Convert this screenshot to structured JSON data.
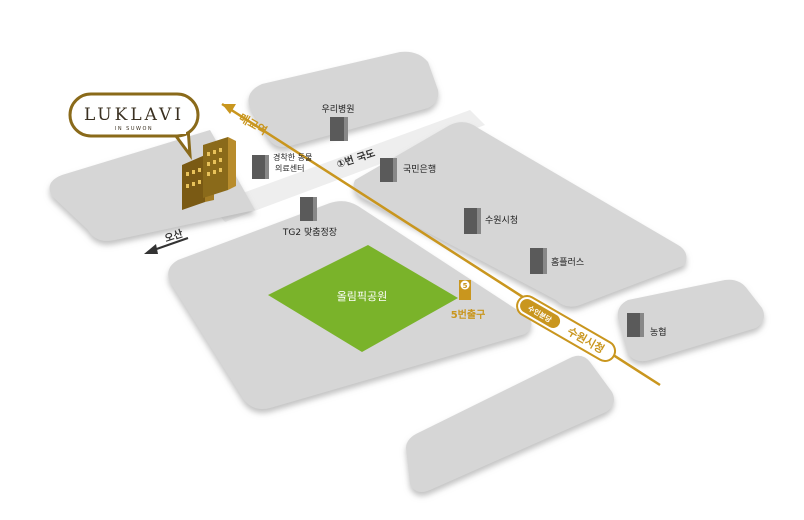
{
  "brand": {
    "name": "LUKLAVI",
    "sub": "IN SUWON"
  },
  "labels": {
    "woori_hospital": "우리병원",
    "medical_center": "경착한 동물\n의료센터",
    "kookmin_bank": "국민은행",
    "suwon_city_hall": "수원시청",
    "homeplus": "홈플러스",
    "nonghyup": "농협",
    "tg2_golf": "TG2 맞춤정장",
    "olympic_park": "올림픽공원",
    "exit5": "5번출구",
    "exit5_number": "5",
    "road_1": "①번 국도",
    "to_osan": "오산",
    "to_station": "매교역",
    "line_name": "수인분당",
    "suwon_station": "수원시청"
  },
  "colors": {
    "block": "#d6d6d6",
    "road": "#eeeeee",
    "park": "#7ab32a",
    "gold": "#c9961e",
    "building": "#5a5a5a",
    "brand_building": "#7a5a14"
  }
}
